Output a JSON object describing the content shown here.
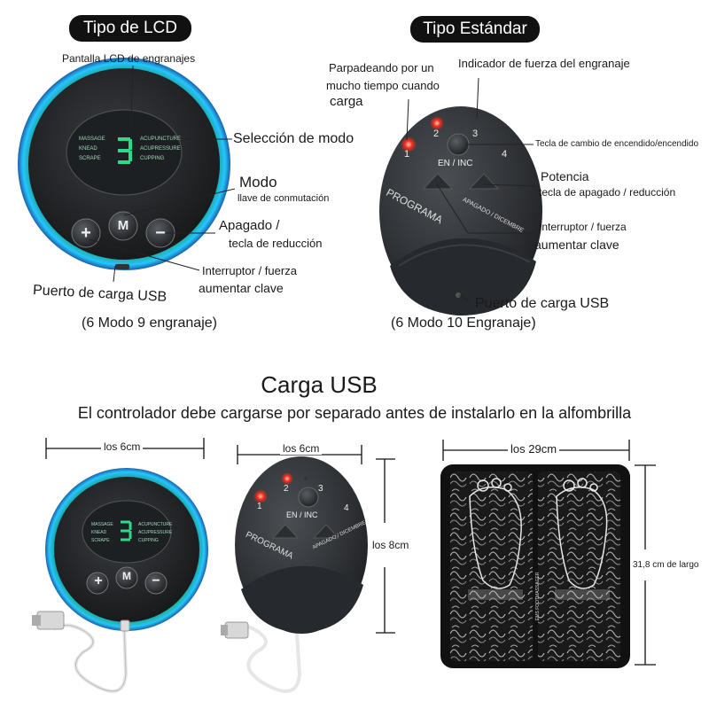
{
  "lcd": {
    "title": "Tipo de LCD",
    "gear_display": "Pantalla LCD de engranajes",
    "mode_select": "Selección de modo",
    "mode_title": "Modo",
    "mode_sub": "llave de conmutación",
    "off_line1": "Apagado /",
    "off_line2": "tecla de reducción",
    "inc_line1": "Interruptor / fuerza",
    "inc_line2": "aumentar clave",
    "usb": "Puerto de carga USB",
    "caption": "(6 Modo 9 engranaje)",
    "screen_left": [
      "MASSAGE",
      "KNEAD",
      "SCRAPE"
    ],
    "screen_right": [
      "ACUPUNCTURE",
      "ACUPRESSURE",
      "CUPPING"
    ],
    "btn_plus": "+",
    "btn_mode": "M",
    "btn_minus": "−"
  },
  "std": {
    "title": "Tipo Estándar",
    "blink_line1": "Parpadeando por un",
    "blink_line2": "mucho tiempo cuando",
    "blink_line3": "carga",
    "gear_indicator": "Indicador de fuerza del engranaje",
    "power_toggle": "Tecla de cambio de encendido/encendido",
    "power_title": "Potencia",
    "power_sub": "tecla de apagado / reducción",
    "inc_line1": "Interruptor / fuerza",
    "inc_line2": "aumentar clave",
    "usb": "Puerto de carga USB",
    "caption": "(6 Modo 10 Engranaje)",
    "n1": "1",
    "n2": "2",
    "n3": "3",
    "n4": "4",
    "en_inc": "EN / INC",
    "programa": "PROGRAMA",
    "apagado": "APAGADO / DICEMBRE"
  },
  "usb_section": {
    "title": "Carga USB",
    "subtitle": "El controlador debe cargarse por separado antes de instalarlo en la alfombrilla"
  },
  "dims": {
    "lcd_width": "los 6cm",
    "std_width": "los 6cm",
    "std_height": "los 8cm",
    "mat_width": "los 29cm",
    "mat_height": "31,8 cm de largo",
    "mat_brand": "EMS FOOTMASSAGER"
  }
}
